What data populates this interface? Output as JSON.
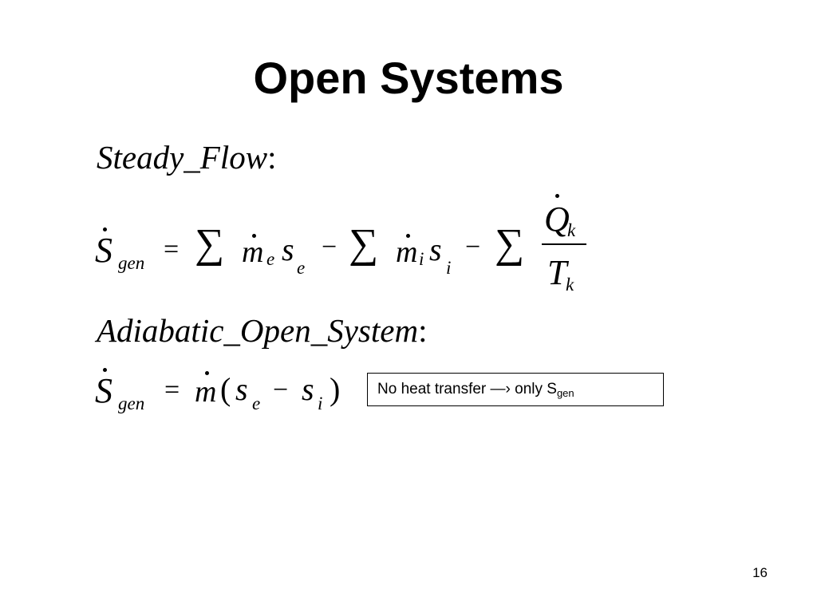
{
  "slide": {
    "title": "Open Systems",
    "page_number": "16"
  },
  "steady_flow": {
    "heading_text": "Steady_Flow",
    "heading_colon": ":",
    "S_symbol": "S",
    "gen_sub": "gen",
    "equals": "=",
    "sum_symbol": "∑",
    "m_symbol": "m",
    "e_sub": "e",
    "s_symbol": "s",
    "minus": "−",
    "i_sub": "i",
    "Q_symbol": "Q",
    "k_sub": "k",
    "T_symbol": "T"
  },
  "adiabatic": {
    "heading_text": "Adiabatic_Open_System",
    "heading_colon": ":",
    "S_symbol": "S",
    "gen_sub": "gen",
    "equals": "=",
    "m_symbol": "m",
    "open_paren": "(",
    "s_symbol": "s",
    "e_sub": "e",
    "minus": "−",
    "i_sub": "i",
    "close_paren": ")"
  },
  "note": {
    "text": "No heat transfer —› only S",
    "sub": "gen"
  }
}
